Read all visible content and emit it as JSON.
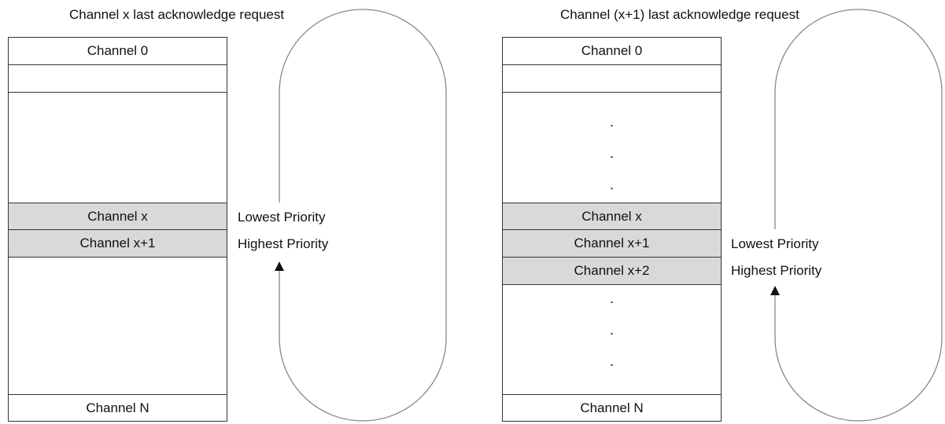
{
  "left_panel": {
    "title": "Channel x last acknowledge request",
    "rows": {
      "channel_0": "Channel 0",
      "channel_x": "Channel x",
      "channel_x_plus_1": "Channel x+1",
      "channel_n": "Channel N"
    },
    "lowest_priority": "Lowest Priority",
    "highest_priority": "Highest Priority"
  },
  "right_panel": {
    "title": "Channel (x+1) last acknowledge request",
    "rows": {
      "channel_0": "Channel 0",
      "channel_x": "Channel x",
      "channel_x_plus_1": "Channel x+1",
      "channel_x_plus_2": "Channel x+2",
      "channel_n": "Channel N"
    },
    "ellipsis_dot": ".",
    "lowest_priority": "Lowest Priority",
    "highest_priority": "Highest Priority"
  },
  "colors": {
    "shaded_row": "#d9d9d9",
    "border": "#333333",
    "loop_stroke": "#888888",
    "arrow": "#111111"
  }
}
